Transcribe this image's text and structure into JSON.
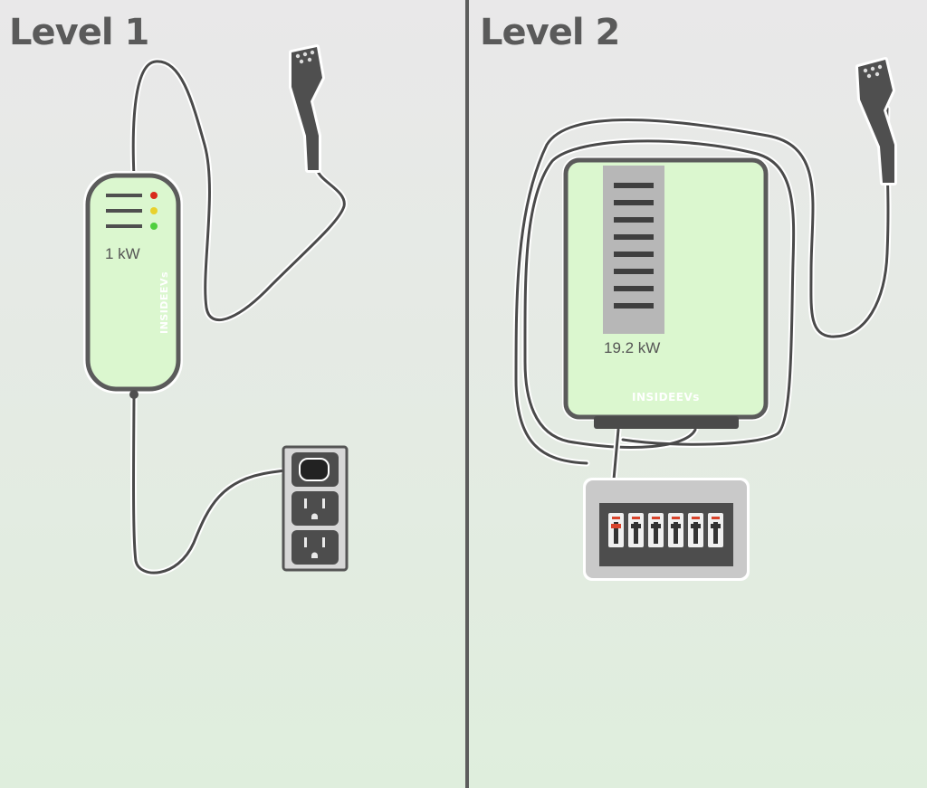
{
  "level1": {
    "title": "Level 1",
    "power": "1 kW",
    "brand": "INSIDEEVs",
    "status_lights": [
      "#d92a1d",
      "#e8d12c",
      "#4fcf3e"
    ]
  },
  "level2": {
    "title": "Level 2",
    "power": "19.2 kW",
    "brand": "INSIDEEVs",
    "breaker_count": 6
  },
  "colors": {
    "device_fill": "#dbf7cf",
    "outline": "#5b5b5b",
    "cable": "#4a4a4a",
    "divider": "#5d5d5d",
    "title_text": "#5a5a5a"
  }
}
